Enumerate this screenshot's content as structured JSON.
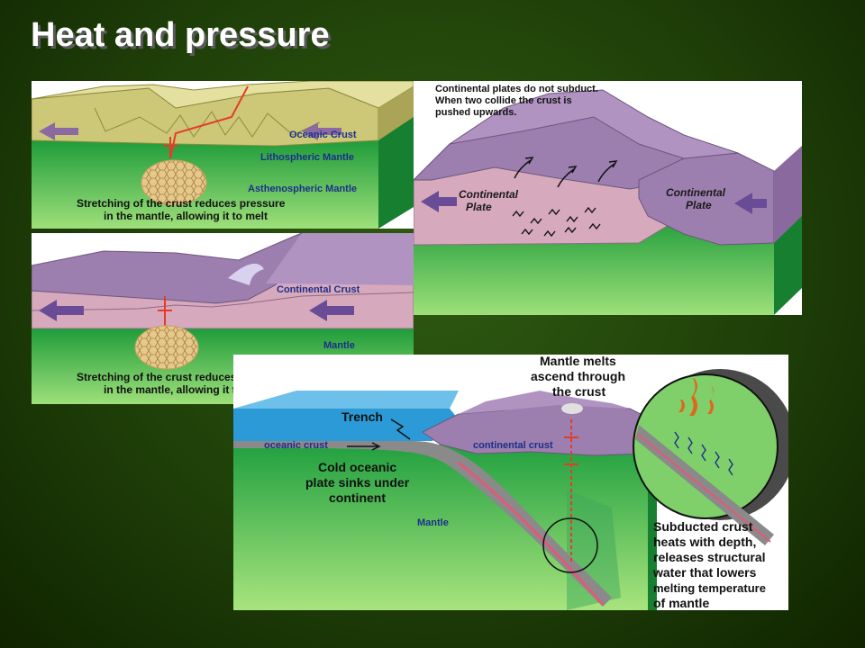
{
  "title": "Heat and pressure",
  "panel_rift_ocean": {
    "label_oceanic_crust": "Oceanic Crust",
    "label_lithospheric_mantle": "Lithospheric Mantle",
    "label_asthenospheric_mantle": "Asthenospheric Mantle",
    "caption_line1": "Stretching of the crust reduces pressure",
    "caption_line2": "in the mantle, allowing it to melt"
  },
  "panel_rift_continent": {
    "label_continental_crust": "Continental Crust",
    "label_mantle": "Mantle",
    "caption_line1": "Stretching of the crust reduces pressure",
    "caption_line2": "in the mantle, allowing it to melt"
  },
  "panel_collision": {
    "note_line1": "Continental plates do not subduct.",
    "note_line2": "When two collide the crust is",
    "note_line3": "pushed upwards.",
    "left_plate_line1": "Continental",
    "left_plate_line2": "Plate",
    "right_plate_line1": "Continental",
    "right_plate_line2": "Plate"
  },
  "panel_subduction": {
    "label_trench": "Trench",
    "label_oceanic_crust": "oceanic crust",
    "label_continental_crust": "continental crust",
    "label_mantle": "Mantle",
    "cold_plate_line1": "Cold oceanic",
    "cold_plate_line2": "plate sinks under",
    "cold_plate_line3": "continent",
    "melts_line1": "Mantle melts",
    "melts_line2": "ascend through",
    "melts_line3": "the crust",
    "heat_line1": "Subducted crust",
    "heat_line2": "heats with depth,",
    "heat_line3": "releases structural",
    "heat_line4": "water that lowers",
    "heat_line5": "melting temperature",
    "heat_line6": "of mantle"
  },
  "colors": {
    "background": "#254a0e",
    "oceanic_crust": "#cdc878",
    "mantle_green": "#2fb04a",
    "continental_purple": "#9c7fae",
    "crust_pink": "#d7a9bc",
    "ocean_blue": "#2b9ad6",
    "arrow_purple": "#6a4c96",
    "magma_red": "#e83a2a"
  }
}
